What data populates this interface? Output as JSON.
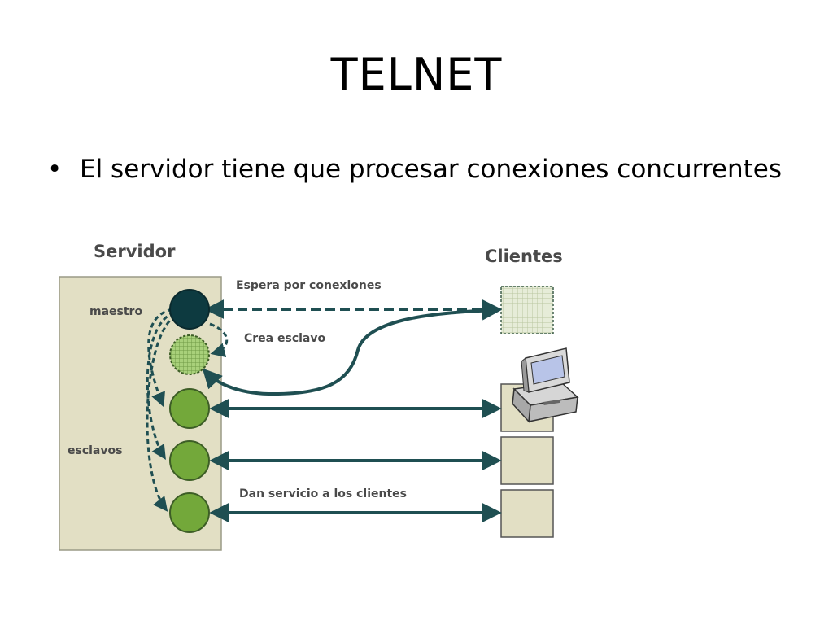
{
  "slide": {
    "title": "TELNET",
    "bullet": "El servidor tiene que procesar conexiones concurrentes"
  },
  "diagram": {
    "server_heading": "Servidor",
    "clients_heading": "Clientes",
    "master_label": "maestro",
    "slaves_label": "esclavos",
    "wait_label": "Espera por conexiones",
    "create_label": "Crea esclavo",
    "serve_label": "Dan servicio a los clientes"
  },
  "colors": {
    "server_box": "#e2dfc4",
    "master_node": "#0d3a40",
    "slave_node": "#73a83a",
    "new_slave_node": "#a8d07a",
    "arrows": "#1f4f52"
  },
  "icons": [
    "computer-icon"
  ]
}
